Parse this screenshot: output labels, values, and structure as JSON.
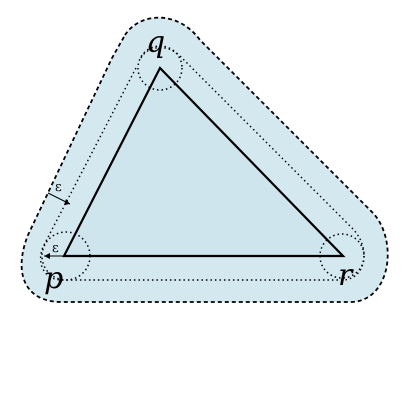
{
  "figure": {
    "vertices": {
      "p": "p",
      "q": "q",
      "r": "r"
    },
    "epsilon_label": "ε",
    "epsilon_label_corner": "ε",
    "colors": {
      "region_fill": "#d4e8f0",
      "triangle_fill": "#cfe5ee",
      "stroke": "#000000"
    },
    "styles": {
      "outer_boundary": "dashed",
      "offset_boundary": "dotted",
      "vertex_disks": "dotted",
      "triangle": "solid"
    }
  }
}
